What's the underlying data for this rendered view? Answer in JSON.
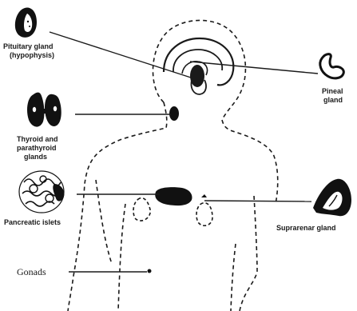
{
  "labels": {
    "pituitary_line1": "Pituitary gland",
    "pituitary_line2": "(hypophysis)",
    "pineal_line1": "Pineal",
    "pineal_line2": "gland",
    "thyroid_line1": "Thyroid and",
    "thyroid_line2": "parathyroid",
    "thyroid_line3": "glands",
    "pancreatic": "Pancreatic islets",
    "suprarenal": "Suprarenar gland",
    "gonads": "Gonads"
  }
}
